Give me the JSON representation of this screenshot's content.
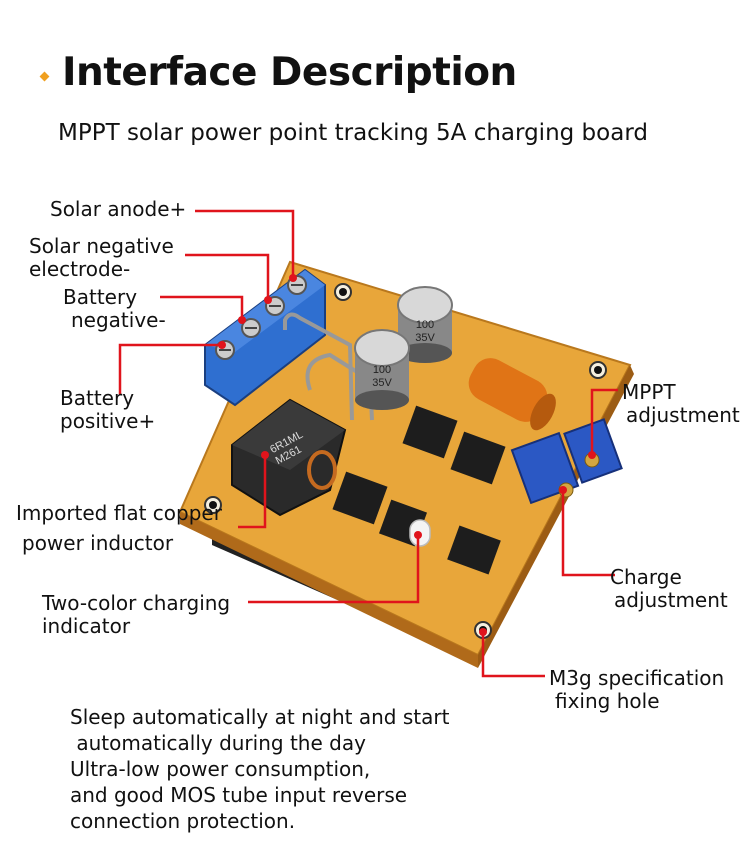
{
  "header": {
    "title": "Interface Description",
    "subtitle": "MPPT solar power point tracking 5A charging board"
  },
  "labels": {
    "solar_anode": "Solar anode+",
    "solar_negative_1": "Solar negative",
    "solar_negative_2": "electrode-",
    "battery_negative_1": "Battery",
    "battery_negative_2": "negative-",
    "battery_positive_1": "Battery",
    "battery_positive_2": "positive+",
    "inductor_1": "Imported flat copper",
    "inductor_2": "power inductor",
    "indicator_1": "Two-color charging",
    "indicator_2": "indicator",
    "mppt_1": "MPPT",
    "mppt_2": "adjustment",
    "charge_1": "Charge",
    "charge_2": "adjustment",
    "hole_1": "M3g specification",
    "hole_2": "fixing hole"
  },
  "features": [
    "Sleep automatically at night and start",
    " automatically during the day",
    "Ultra-low power consumption,",
    "and good MOS tube input reverse",
    "connection protection."
  ],
  "board_markings": {
    "inductor": "6R1ML",
    "inductor_2": "M261",
    "cap_1": "100",
    "cap_1b": "35V",
    "cap_2": "100",
    "cap_2b": "35V"
  },
  "colors": {
    "accent_bullet": "#f0a020",
    "leader_line": "#e0141c",
    "board": "#e8a63a",
    "terminal": "#2f6fd0",
    "potentiometer": "#2b58c4"
  }
}
